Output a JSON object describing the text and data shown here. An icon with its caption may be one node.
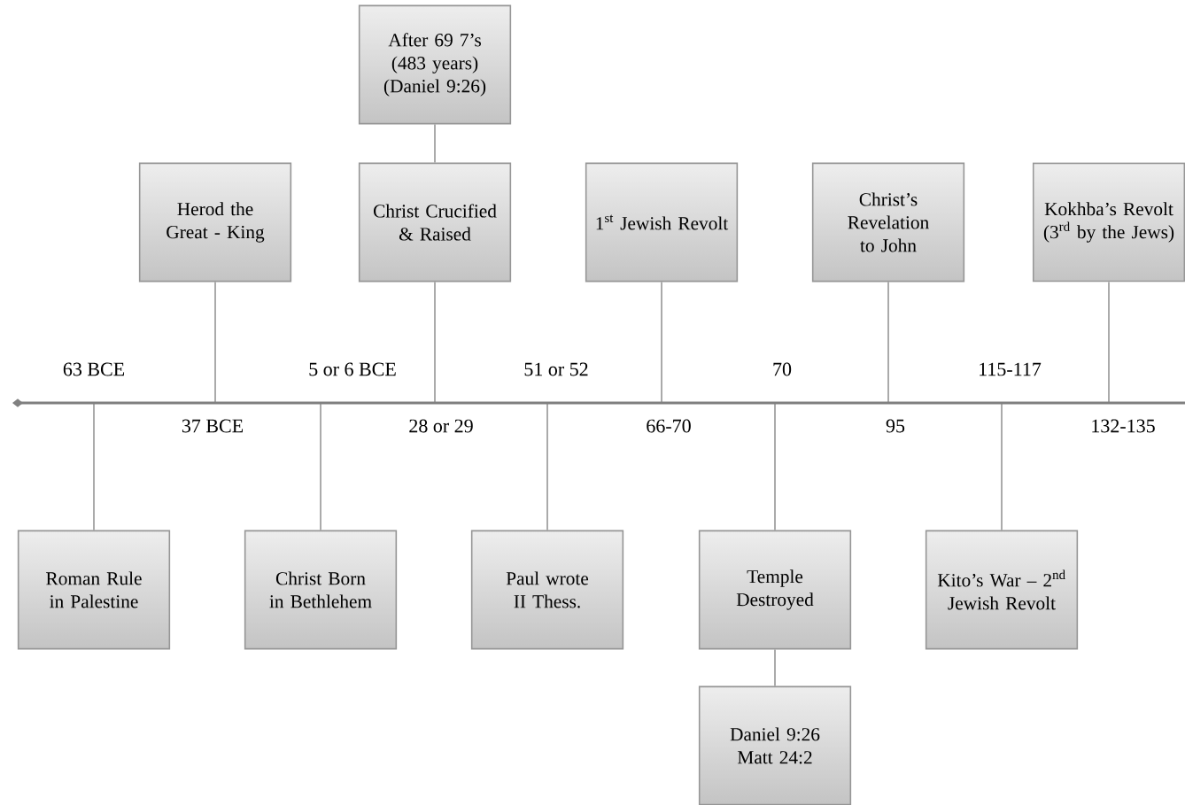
{
  "diagram": {
    "nodes": [
      {
        "text": [
          "After 69 7’s (483 years) (Daniel 9:26)"
        ]
      },
      {
        "text": [
          "Herod the Great - King"
        ]
      },
      {
        "text": [
          "Christ Crucified & Raised"
        ]
      },
      {
        "text": [
          "1$^{st}$ Jewish Revolt"
        ]
      },
      {
        "text": [
          "Christ’s Revelation to John"
        ]
      },
      {
        "text": [
          "Kokhba’s Revolt (3$^{rd}$ by the Jews)"
        ]
      },
      {
        "text": [
          "Roman Rule in Palestine"
        ]
      },
      {
        "text": [
          "Christ Born in Bethlehem"
        ]
      },
      {
        "text": [
          "Paul wrote II Thess."
        ]
      },
      {
        "text": [
          "Temple Destroyed"
        ]
      },
      {
        "text": [
          "Kito’s War – 2$^{nd}$ Jewish Revolt"
        ]
      },
      {
        "text": [
          "Daniel 9:26 Matt 24:2"
        ]
      }
    ],
    "edges": [
      {
        "from": 0,
        "to": 2,
        "arrow": "none"
      },
      {
        "from": 1,
        "to": null,
        "arrow": "none"
      },
      {
        "from": 2,
        "to": null,
        "arrow": "none"
      },
      {
        "from": 3,
        "to": null,
        "arrow": "none"
      },
      {
        "from": 4,
        "to": null,
        "arrow": "none"
      },
      {
        "from": 5,
        "to": null,
        "arrow": "none"
      },
      {
        "from": 6,
        "to": null,
        "arrow": "none"
      },
      {
        "from": 7,
        "to": null,
        "arrow": "none"
      },
      {
        "from": 8,
        "to": null,
        "arrow": "none"
      },
      {
        "from": 9,
        "to": null,
        "arrow": "none"
      },
      {
        "from": 10,
        "to": null,
        "arrow": "none"
      },
      {
        "from": 9,
        "to": 11,
        "arrow": "none"
      }
    ],
    "labels": [
      "63 BCE",
      "5 or 6 BCE",
      "51 or 52",
      "70",
      "115-117",
      "37 BCE",
      "28 or 29",
      "66-70",
      "95",
      "132-135"
    ]
  }
}
